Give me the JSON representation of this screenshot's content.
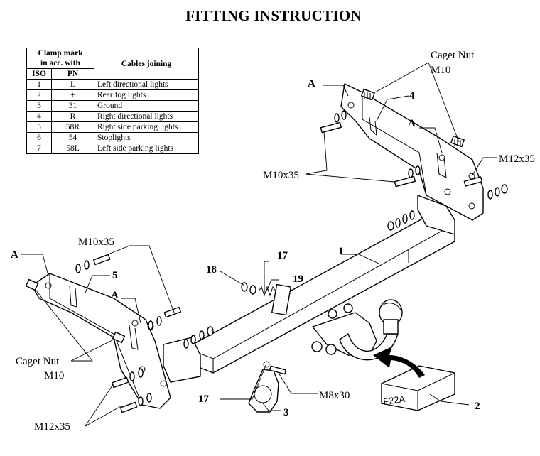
{
  "title": "FITTING INSTRUCTION",
  "table": {
    "header_clamp": "Clamp mark in acc. with",
    "header_clamp_line1": "Clamp mark",
    "header_clamp_line2": "in acc. with",
    "header_cables": "Cables joining",
    "col_iso": "ISO",
    "col_pn": "PN",
    "rows": [
      {
        "iso": "1",
        "pn": "L",
        "cable": "Left directional lights"
      },
      {
        "iso": "2",
        "pn": "+",
        "cable": "Rear fog lights"
      },
      {
        "iso": "3",
        "pn": "31",
        "cable": "Ground"
      },
      {
        "iso": "4",
        "pn": "R",
        "cable": "Right directional lights"
      },
      {
        "iso": "5",
        "pn": "58R",
        "cable": "Right side parking lights"
      },
      {
        "iso": "6",
        "pn": "54",
        "cable": "Stoplights"
      },
      {
        "iso": "7",
        "pn": "58L",
        "cable": "Left side parking lights"
      }
    ]
  },
  "labels": {
    "caget_nut_top_1": "Caget Nut",
    "caget_nut_top_2": "M10",
    "caget_nut_bottom_1": "Caget Nut",
    "caget_nut_bottom_2": "M10",
    "m10x35_right": "M10x35",
    "m10x35_left": "M10x35",
    "m12x35_right": "M12x35",
    "m12x35_left": "M12x35",
    "m8x30": "M8x30",
    "a1": "A",
    "a2": "A",
    "a3": "A",
    "a4": "A",
    "part_1": "1",
    "part_2": "2",
    "part_3": "3",
    "part_4": "4",
    "part_5": "5",
    "part_17_top": "17",
    "part_17_bottom": "17",
    "part_18": "18",
    "part_19": "19",
    "box_code": "F22A"
  }
}
